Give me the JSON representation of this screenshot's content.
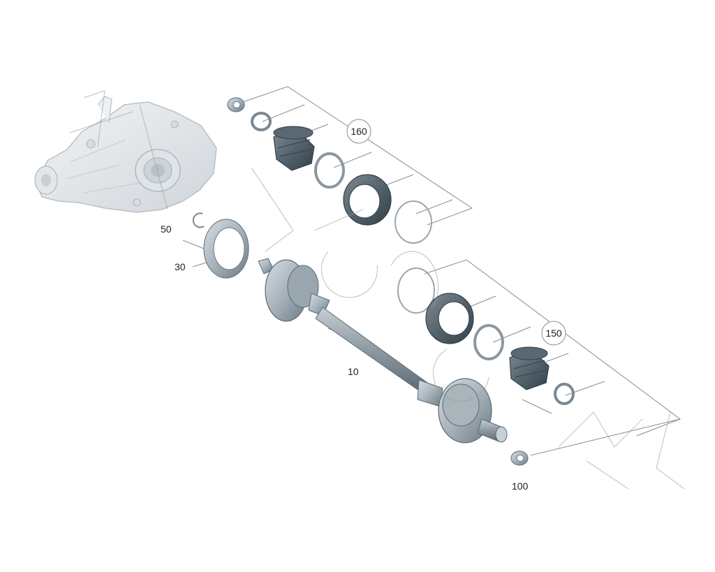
{
  "diagram": {
    "labels": {
      "shaft": "10",
      "seal": "30",
      "circlip": "50",
      "nut": "100",
      "outer_kit": "150",
      "inner_kit": "160"
    },
    "colors": {
      "housing": "#e6e9ec",
      "housing_edge": "#b9c0c6",
      "steel": "#a7b3bb",
      "steel_dark": "#6d7a83",
      "boot": "#4e5c66",
      "boot_light": "#7d8a93",
      "line": "#8a8a8a"
    }
  }
}
